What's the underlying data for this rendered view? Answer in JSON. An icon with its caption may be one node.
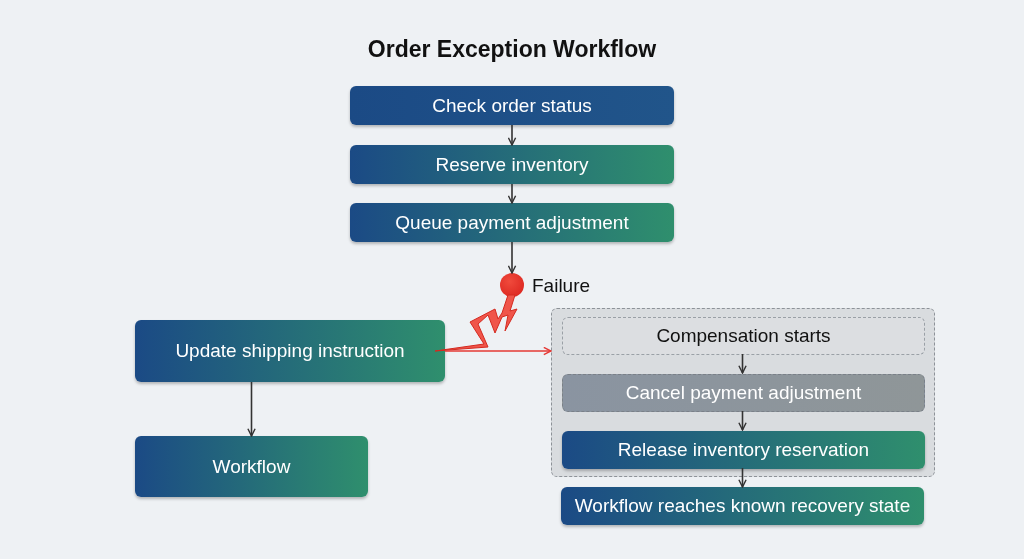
{
  "diagram": {
    "title": "Order Exception Workflow",
    "nodes": [
      {
        "text": [
          "Check order status"
        ]
      },
      {
        "text": [
          "Reserve inventory"
        ]
      },
      {
        "text": [
          "Queue payment adjustment"
        ]
      },
      {
        "text": [],
        "shape": "circle",
        "beside": [
          "Failure"
        ]
      },
      {
        "text": [
          "Update shipping instruction"
        ]
      },
      {
        "text": [
          "Workflow"
        ]
      },
      {
        "text": [],
        "shape": "box"
      },
      {
        "text": [
          "Compensation starts"
        ],
        "in": 6
      },
      {
        "text": [
          "Cancel payment adjustment"
        ],
        "in": 6
      },
      {
        "text": [
          "Release inventory reservation"
        ],
        "in": 6
      },
      {
        "text": [
          "Workflow reaches known recovery state"
        ]
      }
    ],
    "edges": [
      {
        "from": 0,
        "to": 1,
        "arrow": "to"
      },
      {
        "from": 1,
        "to": 2,
        "arrow": "to"
      },
      {
        "from": 2,
        "to": 3,
        "arrow": "to"
      },
      {
        "from": 4,
        "to": 5,
        "arrow": "to"
      },
      {
        "from": 4,
        "to": 6,
        "arrow": "to",
        "color": "#e53935"
      },
      {
        "from": 7,
        "to": 8,
        "arrow": "to"
      },
      {
        "from": 8,
        "to": 9,
        "arrow": "to"
      },
      {
        "from": 9,
        "to": 10,
        "arrow": "to"
      }
    ]
  }
}
